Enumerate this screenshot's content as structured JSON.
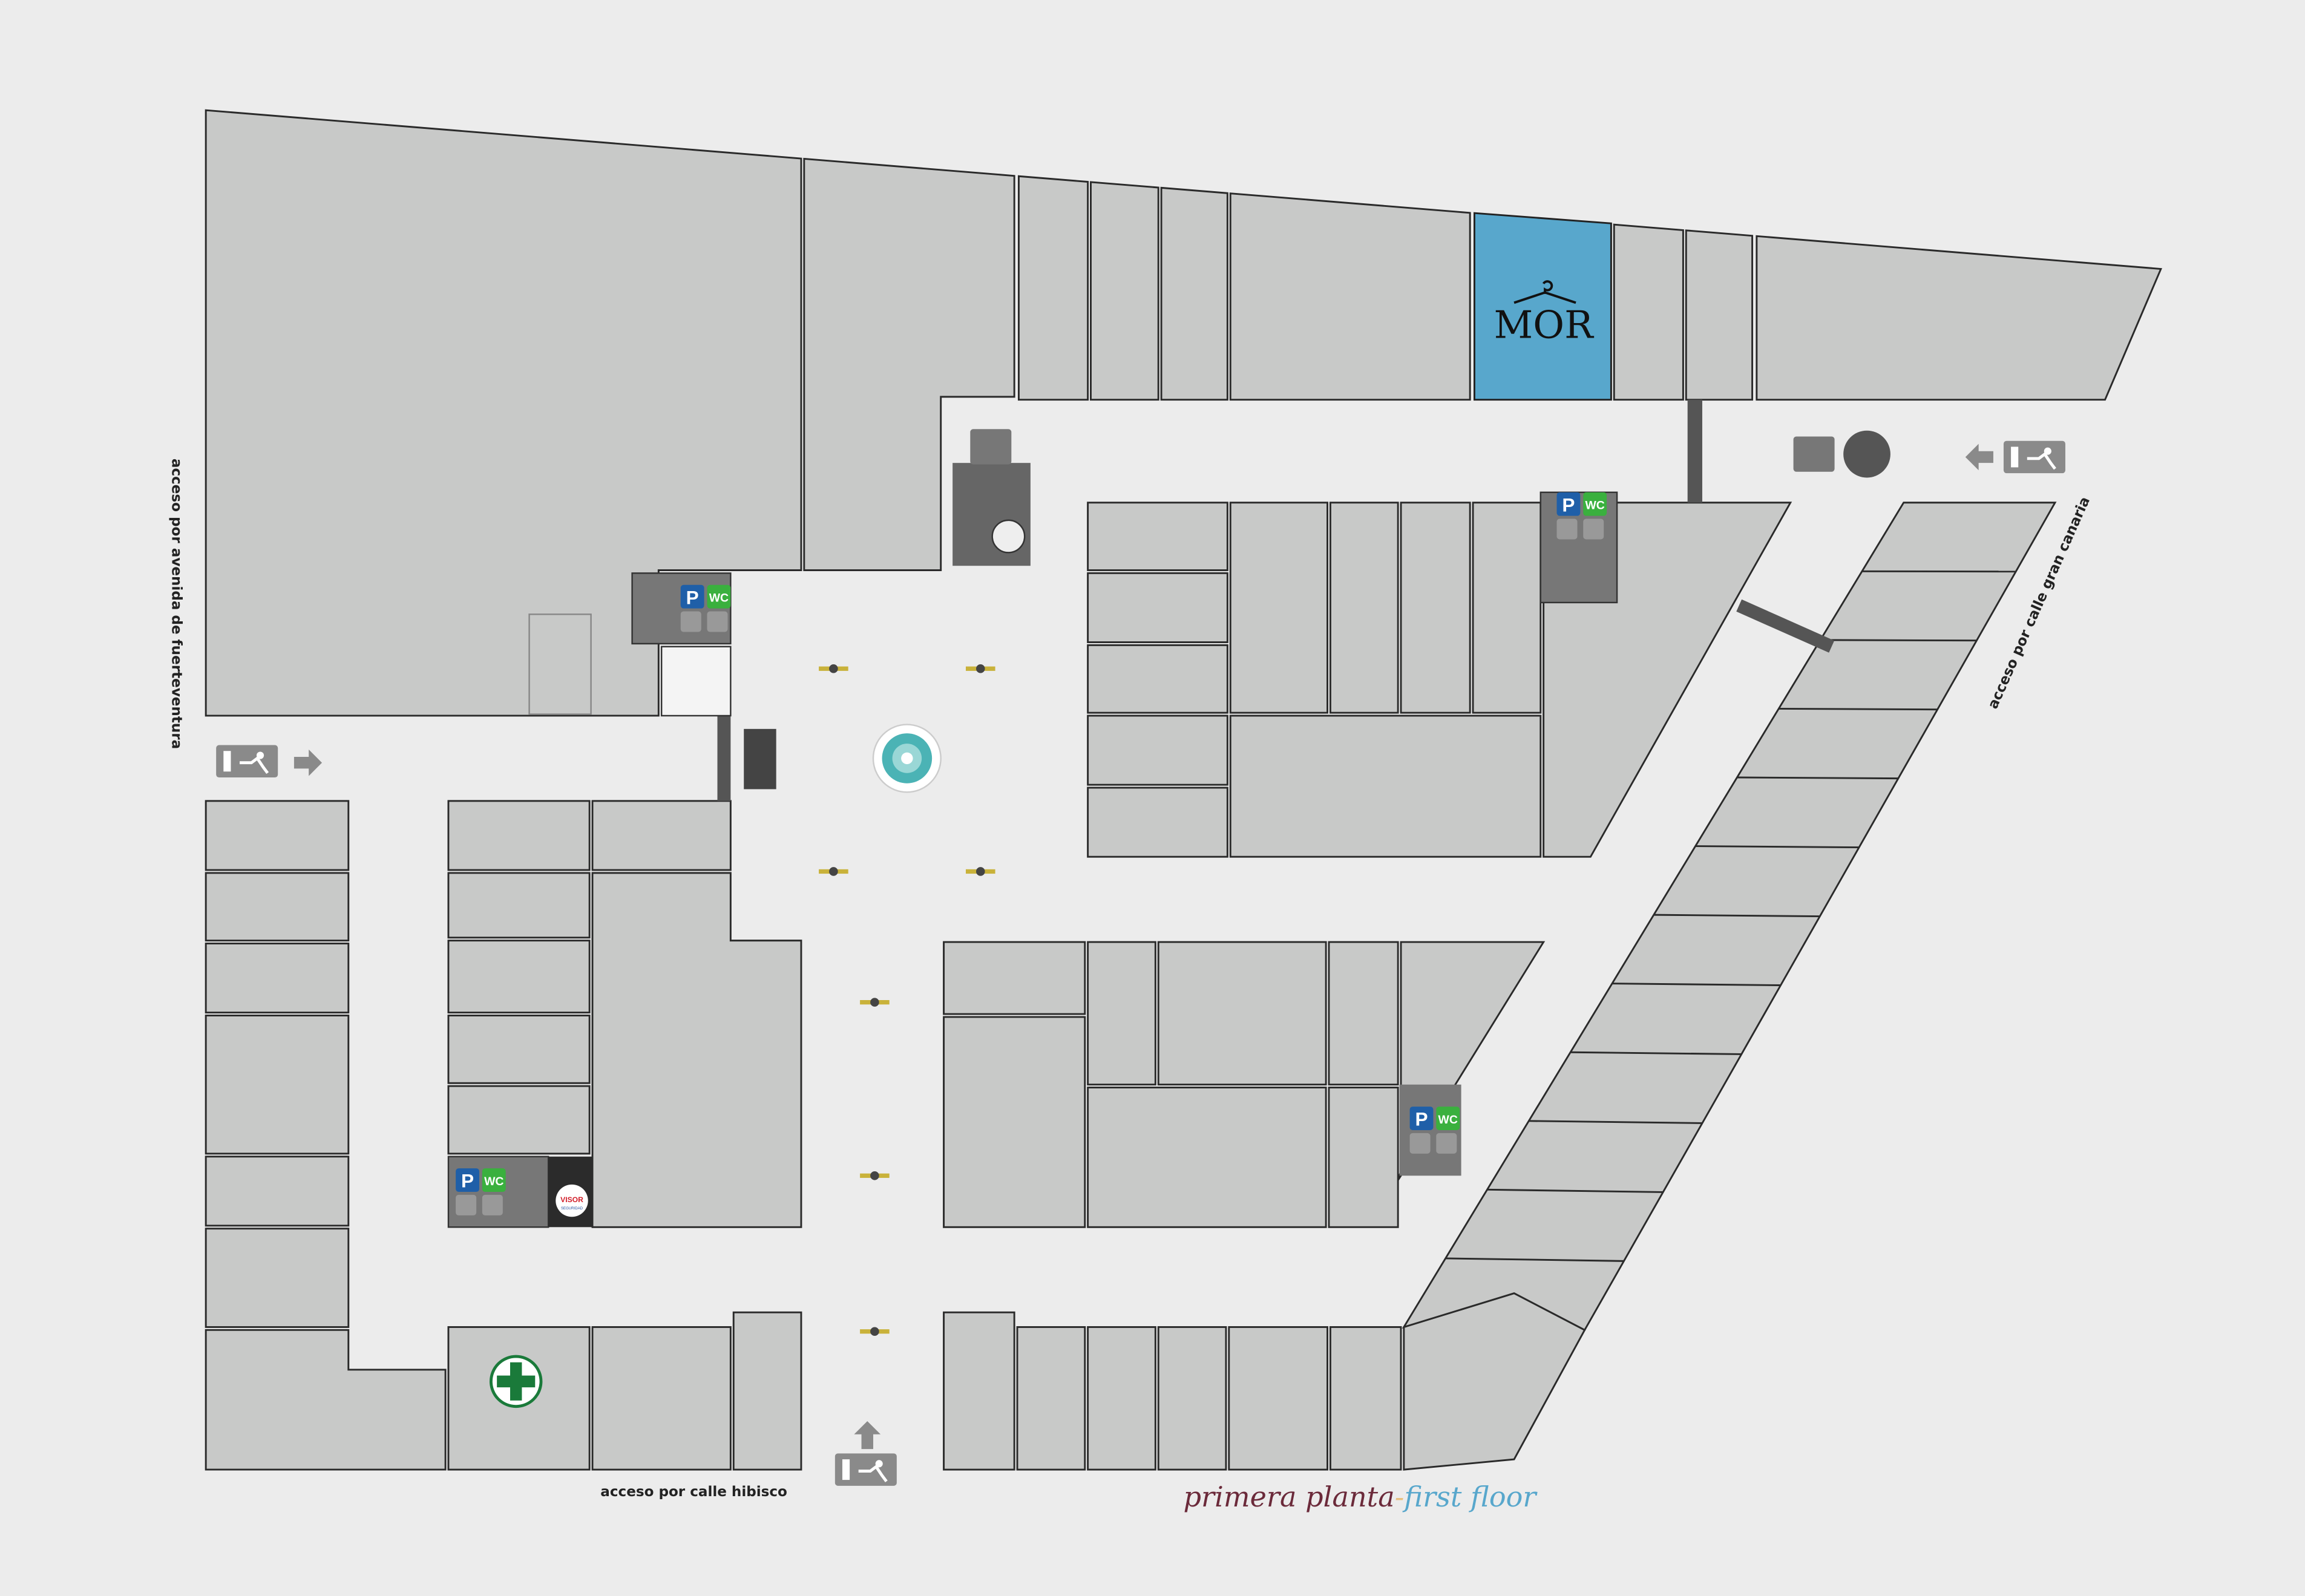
{
  "title": {
    "spanish": "primera planta",
    "separator": "-",
    "english": "first floor"
  },
  "access_labels": {
    "west": "acceso por avenida de fuerteventura",
    "east": "acceso por calle gran canaria",
    "south": "acceso por calle hibisco"
  },
  "stores": {
    "featured": {
      "name": "MOR",
      "color": "#58a7cc"
    },
    "security": {
      "name": "VISOR",
      "sub": "SEGURIDAD"
    }
  },
  "icons": {
    "parking": "P",
    "wc": "WC"
  },
  "colors": {
    "background": "#ececec",
    "shop": "#c8c9c8",
    "title_es": "#6b2a3a",
    "title_en": "#58a7cc",
    "pharmacy": "#1a7a3a"
  }
}
